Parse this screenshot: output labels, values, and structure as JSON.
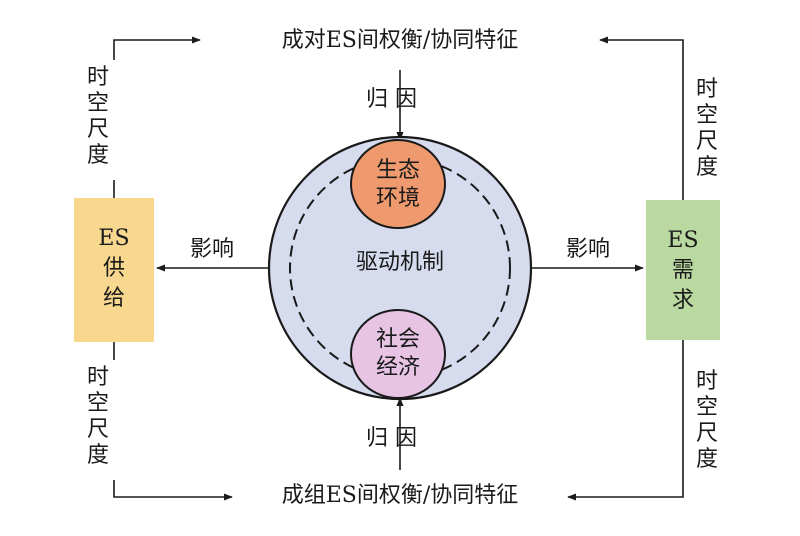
{
  "top_caption": "成对ES间权衡/协同特征",
  "bottom_caption": "成组ES间权衡/协同特征",
  "cause_top": "归 因",
  "cause_bottom": "归 因",
  "center_label": "驱动机制",
  "node_eco": [
    "生态",
    "环境"
  ],
  "node_socio": [
    "社会",
    "经济"
  ],
  "supply_box": [
    "ES",
    "供",
    "给"
  ],
  "demand_box": [
    "ES",
    "需",
    "求"
  ],
  "influence_left": "影响",
  "influence_right": "影响",
  "scale_label": [
    "时",
    "空",
    "尺",
    "度"
  ],
  "colors": {
    "supply_fill": "#f8d78e",
    "demand_fill": "#b9d9a0",
    "circle_fill": "#d6dbee",
    "eco_fill": "#ee9a6e",
    "socio_fill": "#e7c4e3"
  }
}
